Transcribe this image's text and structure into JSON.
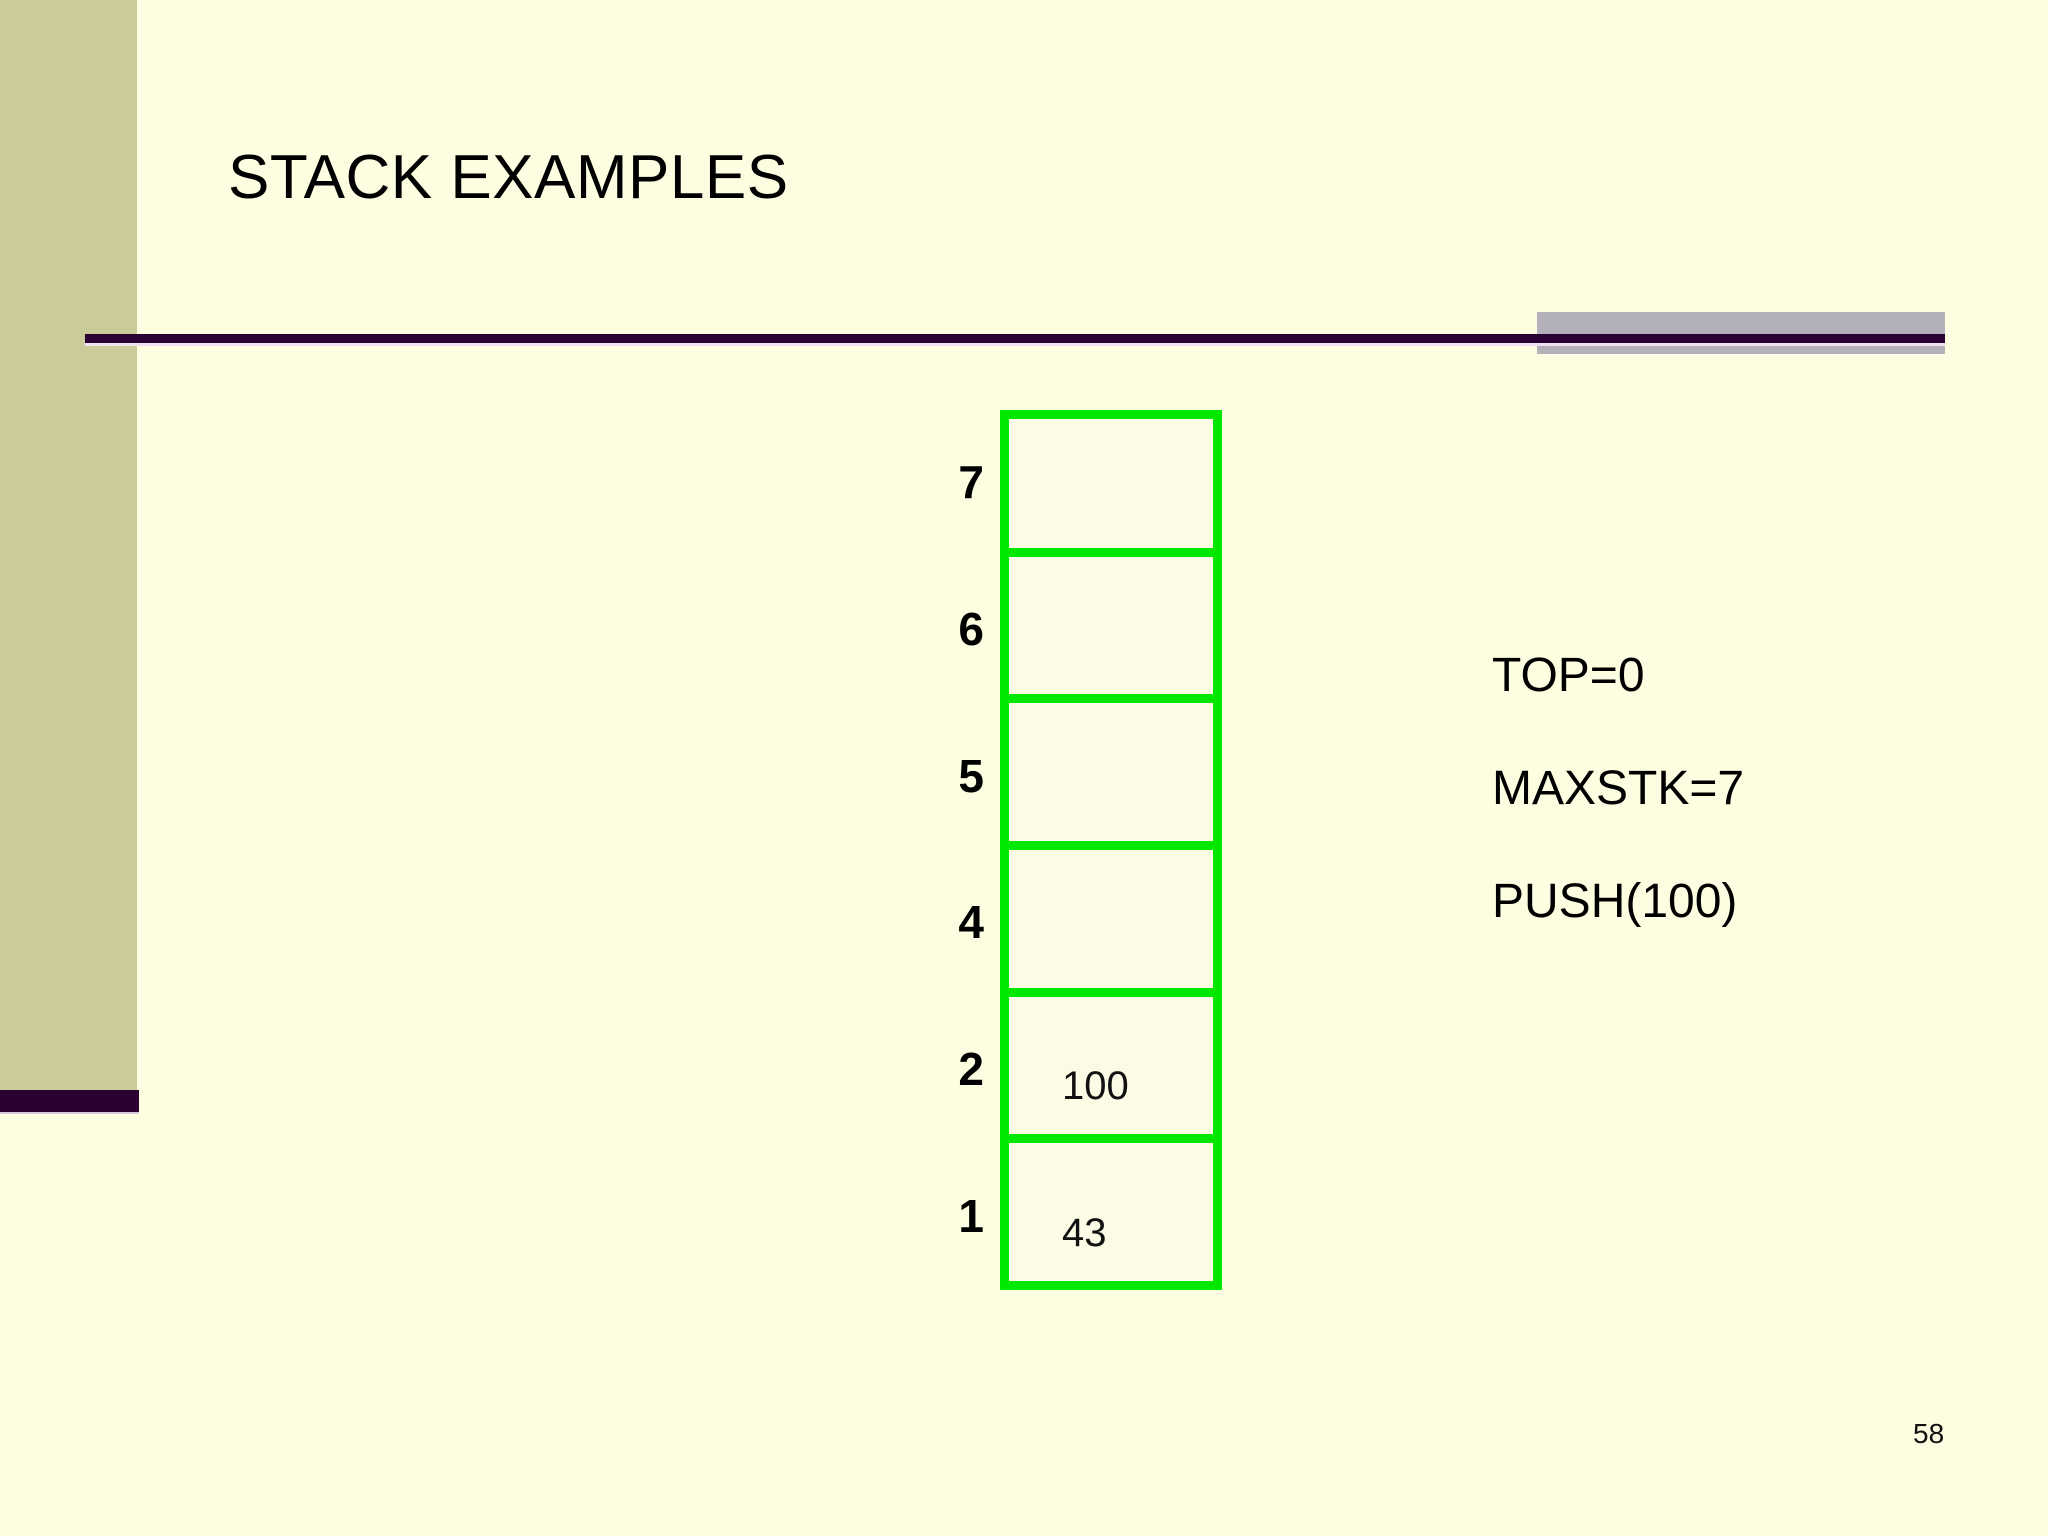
{
  "slide": {
    "title": "STACK EXAMPLES",
    "page_number": "58"
  },
  "colors": {
    "background": "#fdfde1",
    "sidebar_band": "#cbcb9a",
    "rule": "#2b0033",
    "accent_block": "#b3b0ba",
    "stack_border": "#00e800",
    "cell_fill": "#fbfbe6",
    "text": "#000000"
  },
  "stack": {
    "rows": [
      {
        "index": "7",
        "value": ""
      },
      {
        "index": "6",
        "value": ""
      },
      {
        "index": "5",
        "value": ""
      },
      {
        "index": "4",
        "value": ""
      },
      {
        "index": "2",
        "value": "100"
      },
      {
        "index": "1",
        "value": "43"
      }
    ]
  },
  "annotations": {
    "lines": [
      "TOP=0",
      "MAXSTK=7",
      "PUSH(100)"
    ]
  }
}
